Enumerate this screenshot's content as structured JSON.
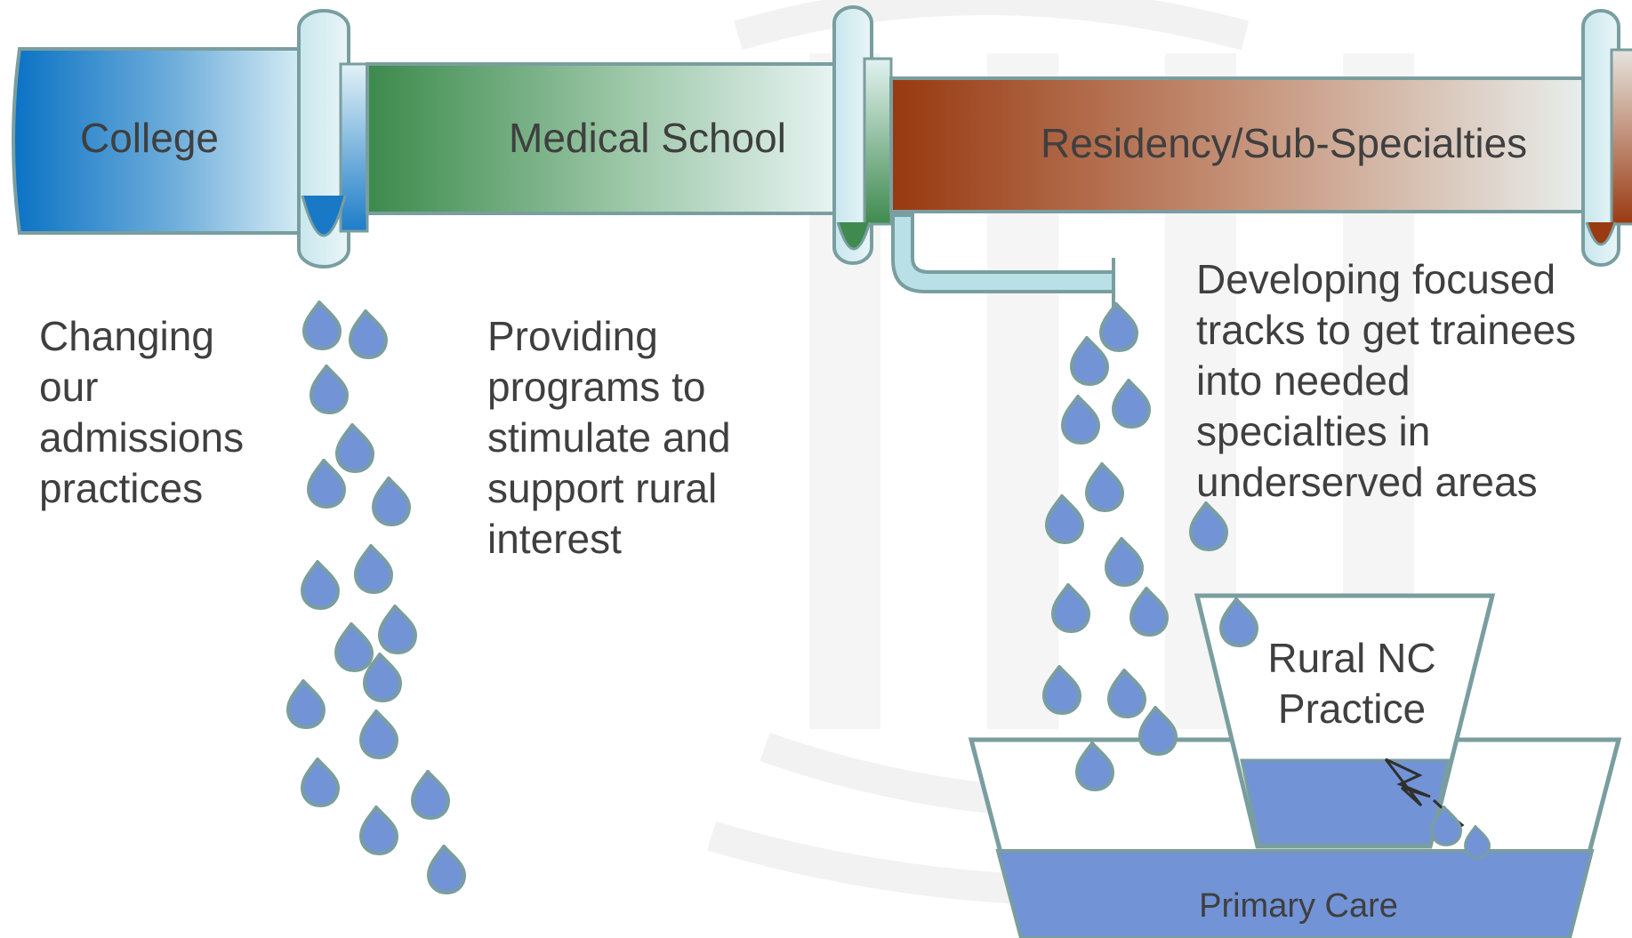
{
  "stages": [
    {
      "id": "college",
      "label": "College",
      "description": "Changing our admissions practices"
    },
    {
      "id": "medical-school",
      "label": "Medical School",
      "description": "Providing programs to stimulate and support rural interest"
    },
    {
      "id": "residency",
      "label": "Residency/Sub-Specialties",
      "description": "Developing focused tracks to get trainees into needed specialties in underserved areas"
    }
  ],
  "containers": {
    "rural": "Rural NC Practice",
    "primary": "Primary Care"
  },
  "colors": {
    "college_pipe": "#0B74C6",
    "medical_pipe": "#3F8A4E",
    "residency_pipe": "#993A12",
    "drop": "#7293D6",
    "water": "#7293D6",
    "outline": "#7A9E9F",
    "text": "#3F3F3F",
    "watermark": "#F3F3F3"
  }
}
